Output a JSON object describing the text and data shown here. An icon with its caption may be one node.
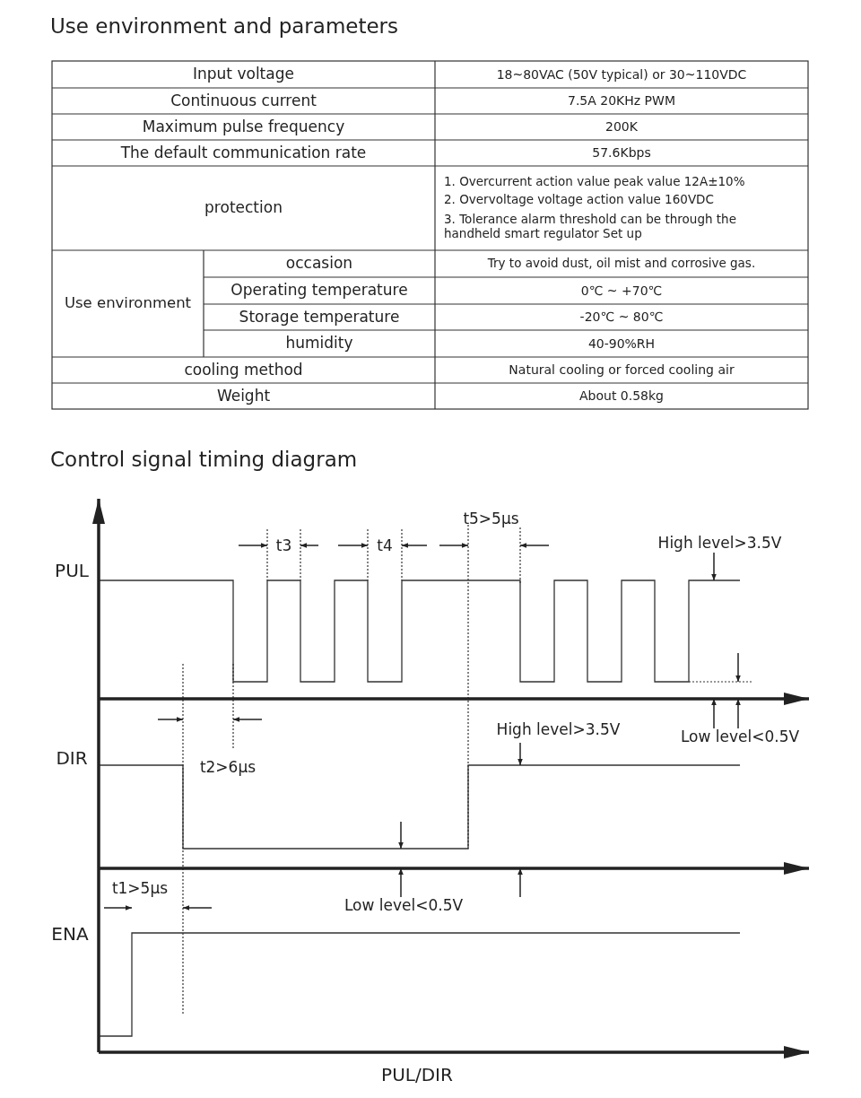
{
  "diagram": {
    "title": "Use environment and parameters",
    "labels": [
      "Input voltage",
      "18~80VAC (50V typical) or 30~110VDC",
      "Continuous current",
      "7.5A 20KHz PWM",
      "Maximum pulse frequency",
      "200K",
      "The default communication rate",
      "57.6Kbps",
      "protection",
      "1. Overcurrent action value peak value 12A±10%",
      "2. Overvoltage voltage action value 160VDC",
      "3. Tolerance alarm threshold can be through the handheld smart regulator Set up",
      "Use environment",
      "occasion",
      "Try to avoid dust, oil mist and corrosive gas.",
      "Operating temperature",
      "0℃ ~ +70℃",
      "Storage temperature",
      "-20℃ ~ 80℃",
      "humidity",
      "40-90%RH",
      "cooling method",
      "Natural cooling or forced cooling air",
      "Weight",
      "About 0.58kg",
      "Control signal timing diagram",
      "PUL",
      "DIR",
      "ENA",
      "t3",
      "t4",
      "t5>5μs",
      "High level>3.5V",
      "t2>6μs",
      "High level>3.5V",
      "Low level<0.5V",
      "Low level<0.5V",
      "t1>5μs",
      "PUL/DIR"
    ]
  }
}
